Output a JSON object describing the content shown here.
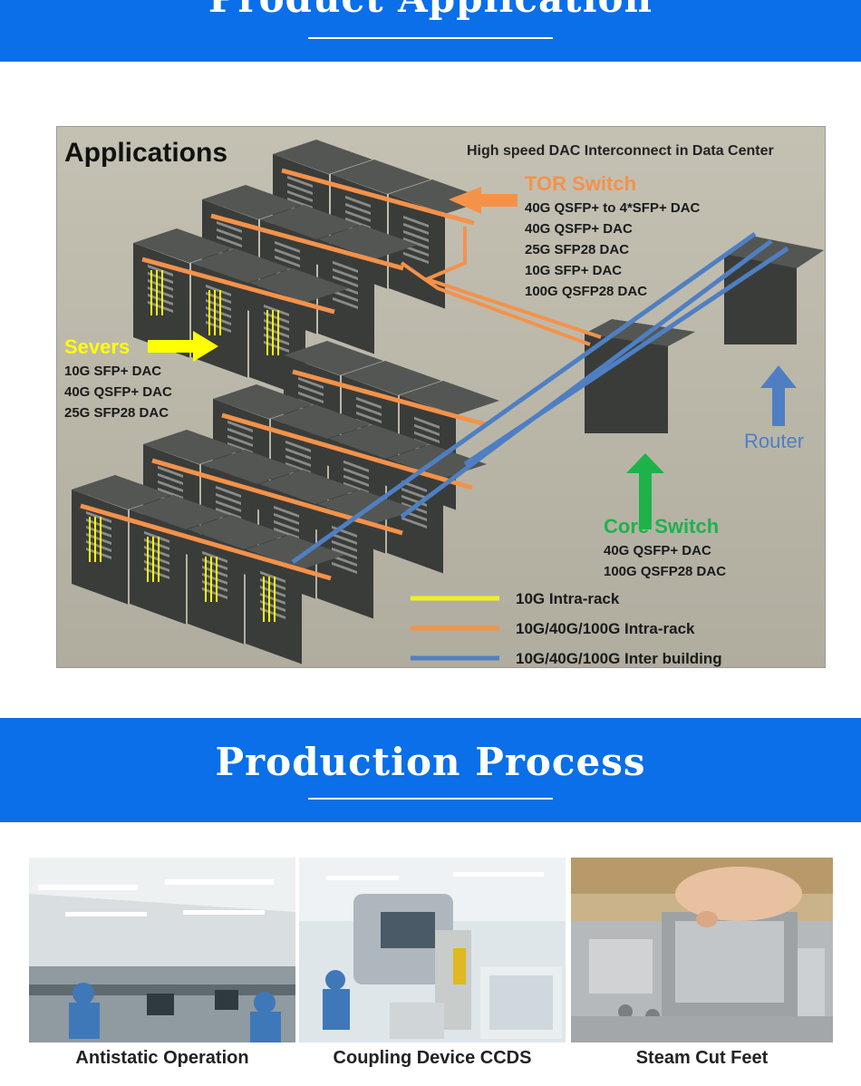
{
  "sections": {
    "application_title": "Product Application",
    "process_title": "Production Process"
  },
  "diagram": {
    "heading": "Applications",
    "subtitle": "High speed DAC Interconnect in Data Center",
    "tor": {
      "label": "TOR Switch",
      "items": [
        "40G QSFP+ to 4*SFP+ DAC",
        "40G QSFP+ DAC",
        "25G SFP28 DAC",
        "10G SFP+ DAC",
        "100G QSFP28 DAC"
      ]
    },
    "servers": {
      "label": "Severs",
      "items": [
        "10G SFP+ DAC",
        "40G  QSFP+ DAC",
        "25G SFP28 DAC"
      ]
    },
    "core": {
      "label": "Core Switch",
      "items": [
        "40G QSFP+ DAC",
        "100G QSFP28 DAC"
      ]
    },
    "router": {
      "label": "Router"
    },
    "legend": [
      {
        "label": "10G Intra-rack",
        "color": "#f4f01e"
      },
      {
        "label": "10G/40G/100G Intra-rack",
        "color": "#f4924a"
      },
      {
        "label": "10G/40G/100G Inter building",
        "color": "#4f7fc2"
      }
    ],
    "colors": {
      "background": "#b8b4a6",
      "rack": "#3a3c3a",
      "tor": "#f4924a",
      "servers": "#ffff00",
      "core": "#1db34a",
      "router": "#4f7fc2"
    }
  },
  "photos": [
    {
      "caption": "Antistatic Operation"
    },
    {
      "caption": "Coupling Device CCDS"
    },
    {
      "caption": "Steam Cut Feet"
    }
  ]
}
